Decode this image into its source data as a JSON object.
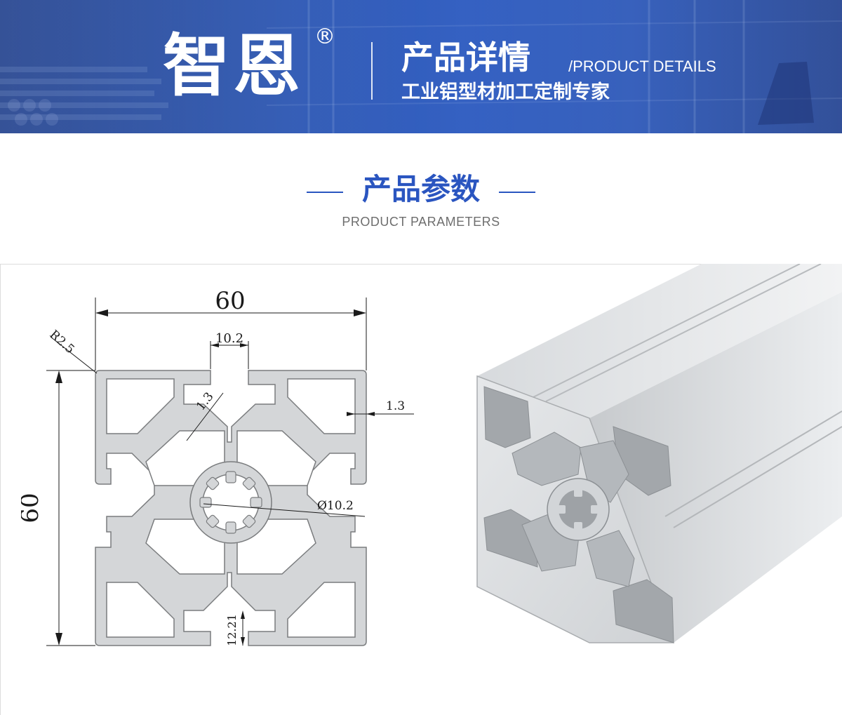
{
  "header": {
    "brand": "智恩",
    "registered_mark": "®",
    "title_cn": "产品详情",
    "title_en": "/PRODUCT DETAILS",
    "subtitle": "工业铝型材加工定制专家"
  },
  "section": {
    "title_cn": "产品参数",
    "title_en": "PRODUCT PARAMETERS"
  },
  "drawing": {
    "dimensions": {
      "width": "60",
      "height": "60",
      "slot_width": "10.2",
      "corner_radius": "R2.5",
      "wall_thickness_inner": "1.3",
      "wall_thickness_outer": "1.3",
      "center_bore": "Ø10.2",
      "slot_depth": "12.21"
    }
  },
  "colors": {
    "banner_blue": "#2b56b3",
    "accent_blue": "#2a55c0",
    "aluminium": "#d4d6d8"
  },
  "icons": {
    "registered": "registered-mark-icon"
  }
}
